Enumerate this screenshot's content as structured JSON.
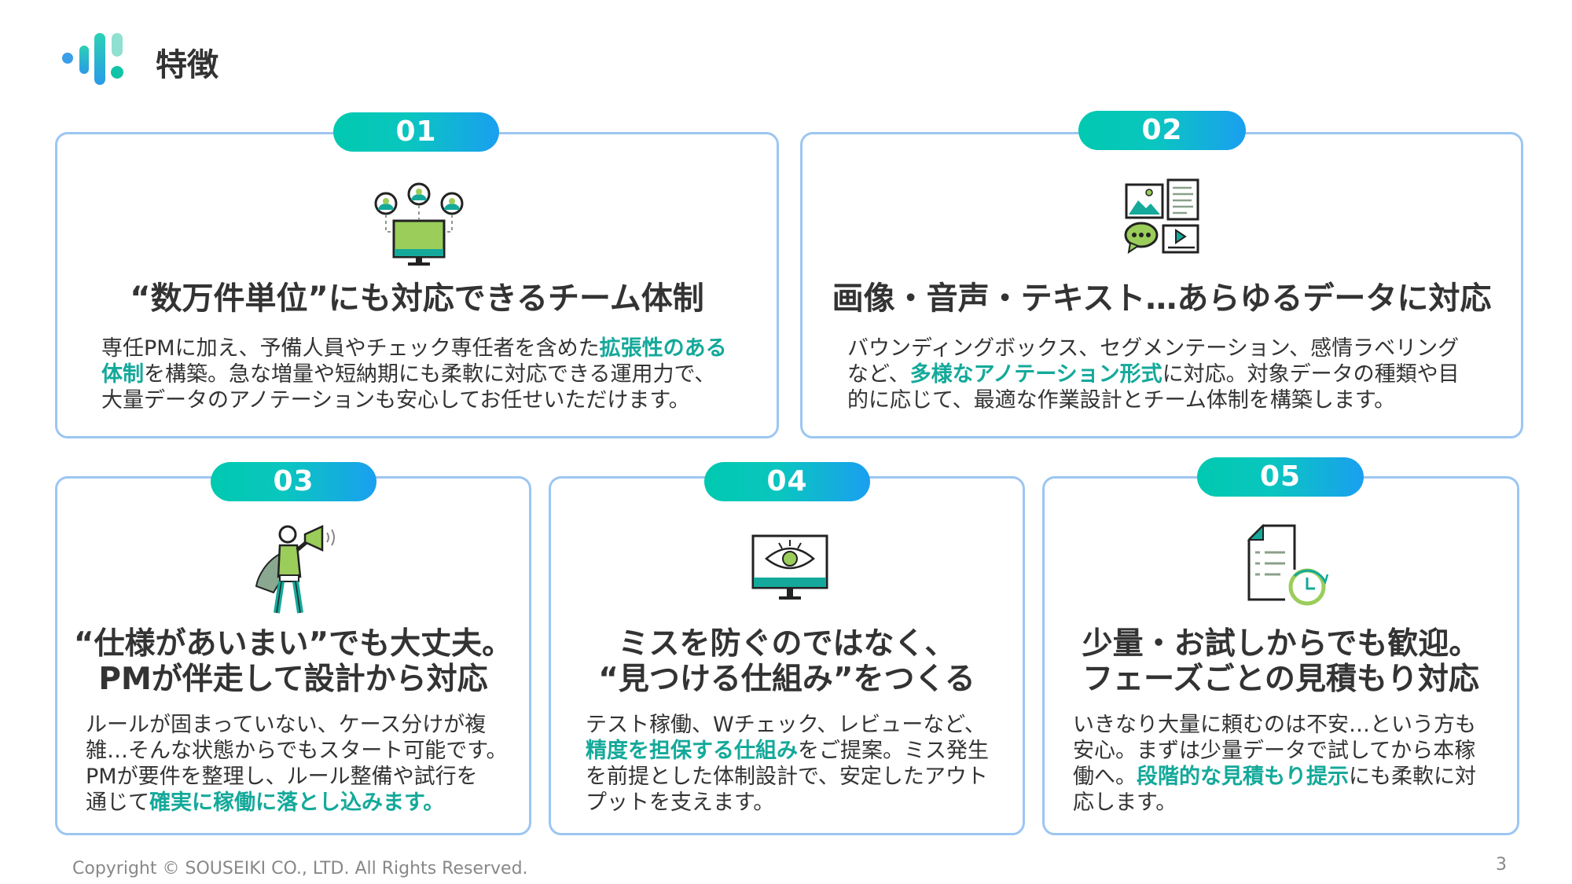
{
  "header": {
    "title": "特徴"
  },
  "colors": {
    "accent": "#14a99a",
    "border": "#9cc6f2",
    "badge_start": "#00c9b0",
    "badge_end": "#1a9ff0"
  },
  "features": [
    {
      "number": "01",
      "icon": "team-monitor-icon",
      "title": [
        "“数万件単位”にも対応できるチーム体制"
      ],
      "body": [
        [
          {
            "t": "専任PMに加え、予備人員やチェック専任者を含めた"
          },
          {
            "t": "拡張性のある",
            "hl": true
          }
        ],
        [
          {
            "t": "体制",
            "hl": true
          },
          {
            "t": "を構築。急な増量や短納期にも柔軟に対応できる運用力で、"
          }
        ],
        [
          {
            "t": "大量データのアノテーションも安心してお任せいただけます。"
          }
        ]
      ]
    },
    {
      "number": "02",
      "icon": "multimedia-data-icon",
      "title": [
        "画像・音声・テキスト…あらゆるデータに対応"
      ],
      "body": [
        [
          {
            "t": "バウンディングボックス、セグメンテーション、感情ラベリング"
          }
        ],
        [
          {
            "t": "など、"
          },
          {
            "t": "多様なアノテーション形式",
            "hl": true
          },
          {
            "t": "に対応。対象データの種類や目"
          }
        ],
        [
          {
            "t": "的に応じて、最適な作業設計とチーム体制を構築します。"
          }
        ]
      ]
    },
    {
      "number": "03",
      "icon": "megaphone-hero-icon",
      "title": [
        "“仕様があいまい”でも大丈夫。",
        "PMが伴走して設計から対応"
      ],
      "body": [
        [
          {
            "t": "ルールが固まっていない、ケース分けが複"
          }
        ],
        [
          {
            "t": "雑…そんな状態からでもスタート可能です。"
          }
        ],
        [
          {
            "t": "PMが要件を整理し、ルール整備や試行を"
          }
        ],
        [
          {
            "t": "通じて"
          },
          {
            "t": "確実に稼働に落とし込みます。",
            "hl": true
          }
        ]
      ]
    },
    {
      "number": "04",
      "icon": "eye-monitor-icon",
      "title": [
        "ミスを防ぐのではなく、",
        "“見つける仕組み”をつくる"
      ],
      "body": [
        [
          {
            "t": "テスト稼働、Wチェック、レビューなど、"
          }
        ],
        [
          {
            "t": "精度を担保する仕組み",
            "hl": true
          },
          {
            "t": "をご提案。ミス発生"
          }
        ],
        [
          {
            "t": "を前提とした体制設計で、安定したアウト"
          }
        ],
        [
          {
            "t": "プットを支えます。"
          }
        ]
      ]
    },
    {
      "number": "05",
      "icon": "document-clock-icon",
      "title": [
        "少量・お試しからでも歓迎。",
        "フェーズごとの見積もり対応"
      ],
      "body": [
        [
          {
            "t": "いきなり大量に頼むのは不安…という方も"
          }
        ],
        [
          {
            "t": "安心。まずは少量データで試してから本稼"
          }
        ],
        [
          {
            "t": "働へ。"
          },
          {
            "t": "段階的な見積もり提示",
            "hl": true
          },
          {
            "t": "にも柔軟に対"
          }
        ],
        [
          {
            "t": "応します。"
          }
        ]
      ]
    }
  ],
  "footer": {
    "copyright": "Copyright © SOUSEIKI CO., LTD. All Rights Reserved.",
    "page_number": "3"
  }
}
